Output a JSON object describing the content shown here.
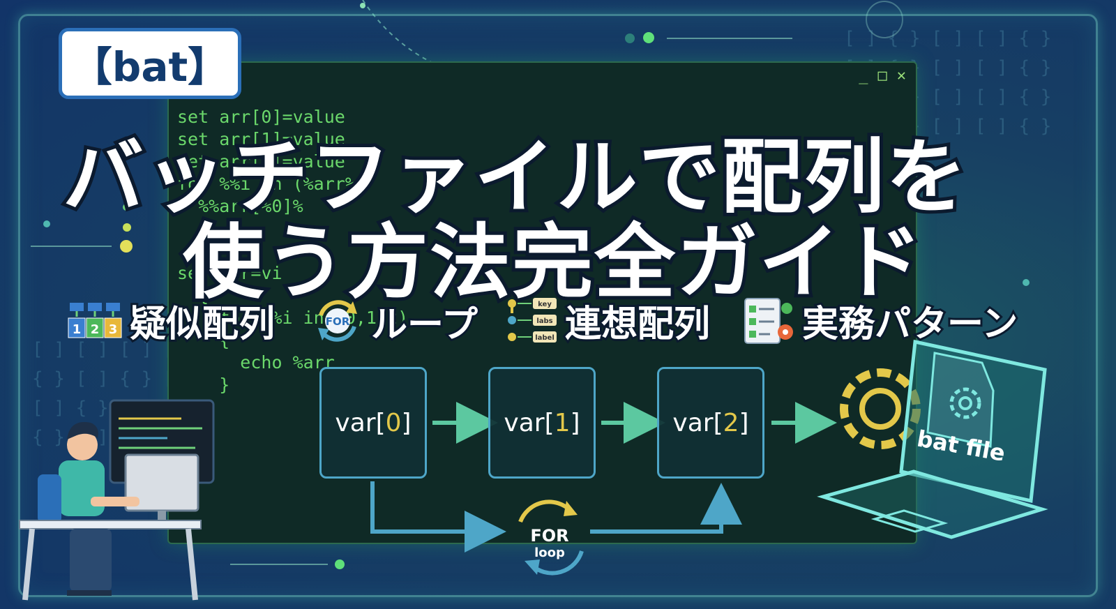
{
  "badge": "【bat】",
  "title_line1": "バッチファイルで配列を",
  "title_line2": "使う方法完全ガイド",
  "terminal": {
    "controls": [
      "_",
      "□",
      "✕"
    ],
    "code_lines": [
      "set arr[0]=value",
      "set arr[1]=value",
      "set arr[2]=value",
      "for %%i in (%arr%)",
      "  %%arr[%0]%",
      "",
      "",
      "set var=vi",
      "  {",
      "    for %%i in (0,1,2)",
      "    {",
      "      echo %arr",
      "    }"
    ]
  },
  "features": [
    {
      "icon": "pseudo-array-icon",
      "label": "疑似配列",
      "blocks": [
        "1",
        "2",
        "3"
      ]
    },
    {
      "icon": "for-loop-icon",
      "label": "ループ",
      "icon_text": "FOR"
    },
    {
      "icon": "associative-array-icon",
      "label": "連想配列",
      "tags": [
        "key",
        "labs",
        "label"
      ]
    },
    {
      "icon": "checklist-gear-icon",
      "label": "実務パターン"
    }
  ],
  "flow": {
    "boxes": [
      {
        "prefix": "var[",
        "index": "0",
        "suffix": "]"
      },
      {
        "prefix": "var[",
        "index": "1",
        "suffix": "]"
      },
      {
        "prefix": "var[",
        "index": "2",
        "suffix": "]"
      }
    ],
    "loop_label_top": "FOR",
    "loop_label_bottom": "loop"
  },
  "computer_label": "bat file",
  "colors": {
    "accent_green": "#6bd86b",
    "accent_blue": "#4ea6c8",
    "index_yellow": "#e3c84a",
    "badge_border": "#2b6fb8"
  }
}
